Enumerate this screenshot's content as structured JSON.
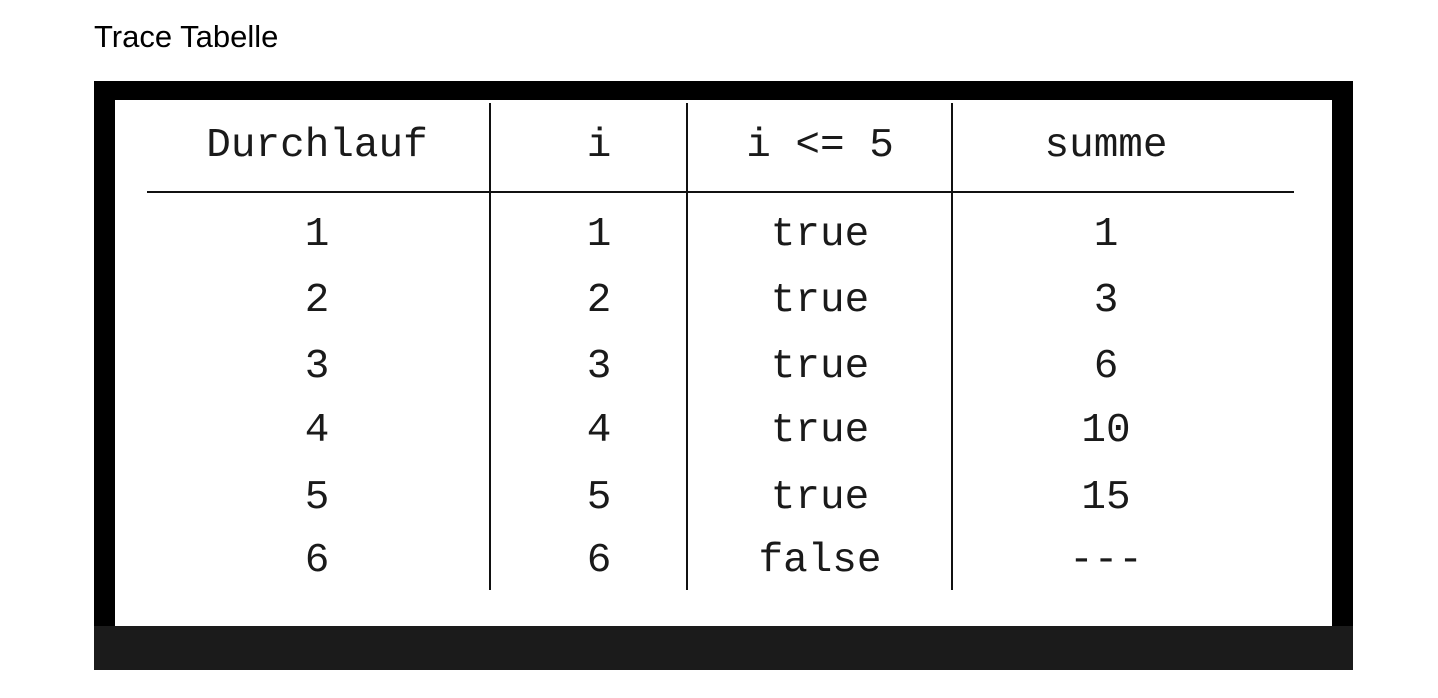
{
  "document": {
    "heading": "Trace Tabelle"
  },
  "trace_table": {
    "headers": [
      "Durchlauf",
      "i",
      "i <= 5",
      "summe"
    ],
    "rows": [
      [
        "1",
        "1",
        "true",
        "1"
      ],
      [
        "2",
        "2",
        "true",
        "3"
      ],
      [
        "3",
        "3",
        "true",
        "6"
      ],
      [
        "4",
        "4",
        "true",
        "10"
      ],
      [
        "5",
        "5",
        "true",
        "15"
      ],
      [
        "6",
        "6",
        "false",
        "---"
      ]
    ]
  }
}
